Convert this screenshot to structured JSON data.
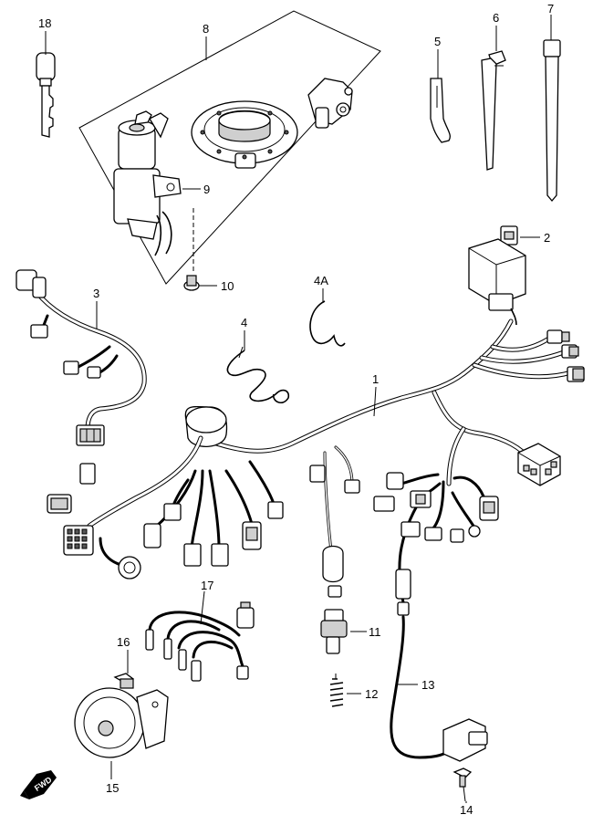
{
  "labels": {
    "l1": "1",
    "l2": "2",
    "l3": "3",
    "l4": "4",
    "l4a": "4A",
    "l5": "5",
    "l6": "6",
    "l7": "7",
    "l8": "8",
    "l9": "9",
    "l10": "10",
    "l11": "11",
    "l12": "12",
    "l13": "13",
    "l14": "14",
    "l15": "15",
    "l16": "16",
    "l17": "17",
    "l18": "18"
  },
  "direction_badge": "FWD"
}
